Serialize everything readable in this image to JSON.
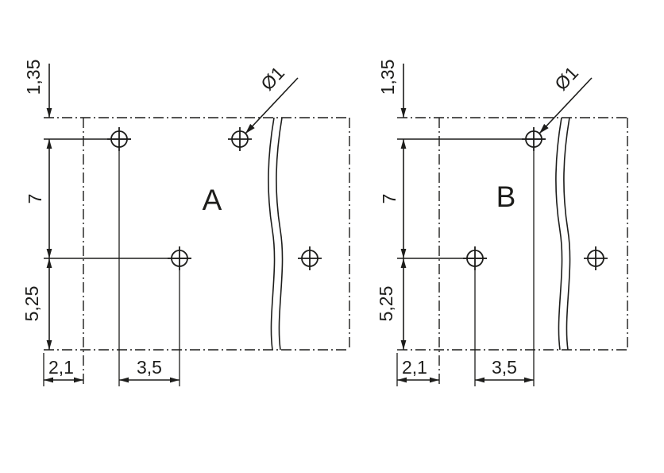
{
  "drawing": {
    "background_color": "#ffffff",
    "line_color": "#1d1d1b",
    "panels": [
      {
        "label": "A",
        "dims": {
          "top_offset": "1,35",
          "row_pitch": "7",
          "bottom_offset": "5,25",
          "edge_offset": "2,1",
          "hole_pitch": "3,5",
          "hole_diameter": "Ø1"
        }
      },
      {
        "label": "B",
        "dims": {
          "top_offset": "1,35",
          "row_pitch": "7",
          "bottom_offset": "5,25",
          "edge_offset": "2,1",
          "hole_pitch": "3,5",
          "hole_diameter": "Ø1"
        }
      }
    ]
  }
}
